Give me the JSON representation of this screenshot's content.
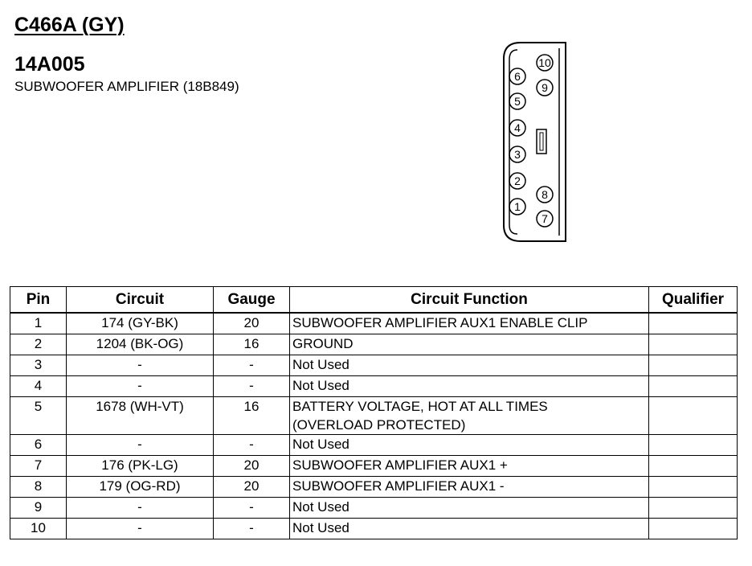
{
  "header": {
    "connector_id": "C466A (GY)",
    "part_number": "14A005",
    "description": "SUBWOOFER AMPLIFIER (18B849)"
  },
  "connector_diagram": {
    "pin_labels": [
      "1",
      "2",
      "3",
      "4",
      "5",
      "6",
      "7",
      "8",
      "9",
      "10"
    ]
  },
  "table": {
    "headers": {
      "pin": "Pin",
      "circuit": "Circuit",
      "gauge": "Gauge",
      "function": "Circuit Function",
      "qualifier": "Qualifier"
    },
    "rows": [
      {
        "pin": "1",
        "circuit": "174 (GY-BK)",
        "gauge": "20",
        "function": [
          "SUBWOOFER AMPLIFIER AUX1 ENABLE CLIP"
        ],
        "qualifier": ""
      },
      {
        "pin": "2",
        "circuit": "1204 (BK-OG)",
        "gauge": "16",
        "function": [
          "GROUND"
        ],
        "qualifier": ""
      },
      {
        "pin": "3",
        "circuit": "-",
        "gauge": "-",
        "function": [
          "Not Used"
        ],
        "qualifier": ""
      },
      {
        "pin": "4",
        "circuit": "-",
        "gauge": "-",
        "function": [
          "Not Used"
        ],
        "qualifier": ""
      },
      {
        "pin": "5",
        "circuit": "1678 (WH-VT)",
        "gauge": "16",
        "function": [
          "BATTERY VOLTAGE, HOT AT ALL TIMES",
          "(OVERLOAD PROTECTED)"
        ],
        "qualifier": ""
      },
      {
        "pin": "6",
        "circuit": "-",
        "gauge": "-",
        "function": [
          "Not Used"
        ],
        "qualifier": ""
      },
      {
        "pin": "7",
        "circuit": "176 (PK-LG)",
        "gauge": "20",
        "function": [
          "SUBWOOFER AMPLIFIER AUX1 +"
        ],
        "qualifier": ""
      },
      {
        "pin": "8",
        "circuit": "179 (OG-RD)",
        "gauge": "20",
        "function": [
          "SUBWOOFER AMPLIFIER AUX1 -"
        ],
        "qualifier": ""
      },
      {
        "pin": "9",
        "circuit": "-",
        "gauge": "-",
        "function": [
          "Not Used"
        ],
        "qualifier": ""
      },
      {
        "pin": "10",
        "circuit": "-",
        "gauge": "-",
        "function": [
          "Not Used"
        ],
        "qualifier": ""
      }
    ]
  }
}
